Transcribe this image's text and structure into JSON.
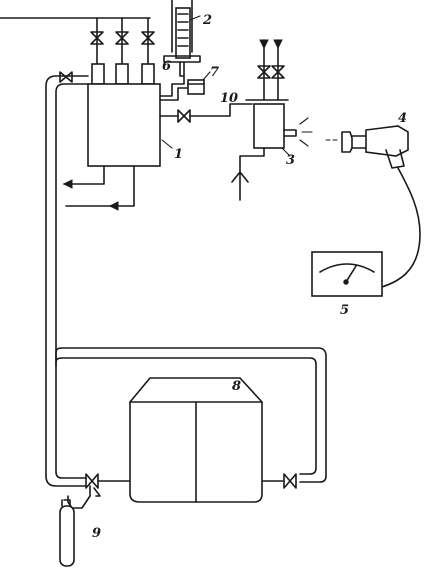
{
  "labels": {
    "tank": "1",
    "top_unit": "2",
    "small_vessel": "3",
    "analyzer_head": "4",
    "indicator": "5",
    "pipe_6": "6",
    "valve_7": "7",
    "chamber": "8",
    "gas_cylinder": "9",
    "line_10": "10"
  }
}
